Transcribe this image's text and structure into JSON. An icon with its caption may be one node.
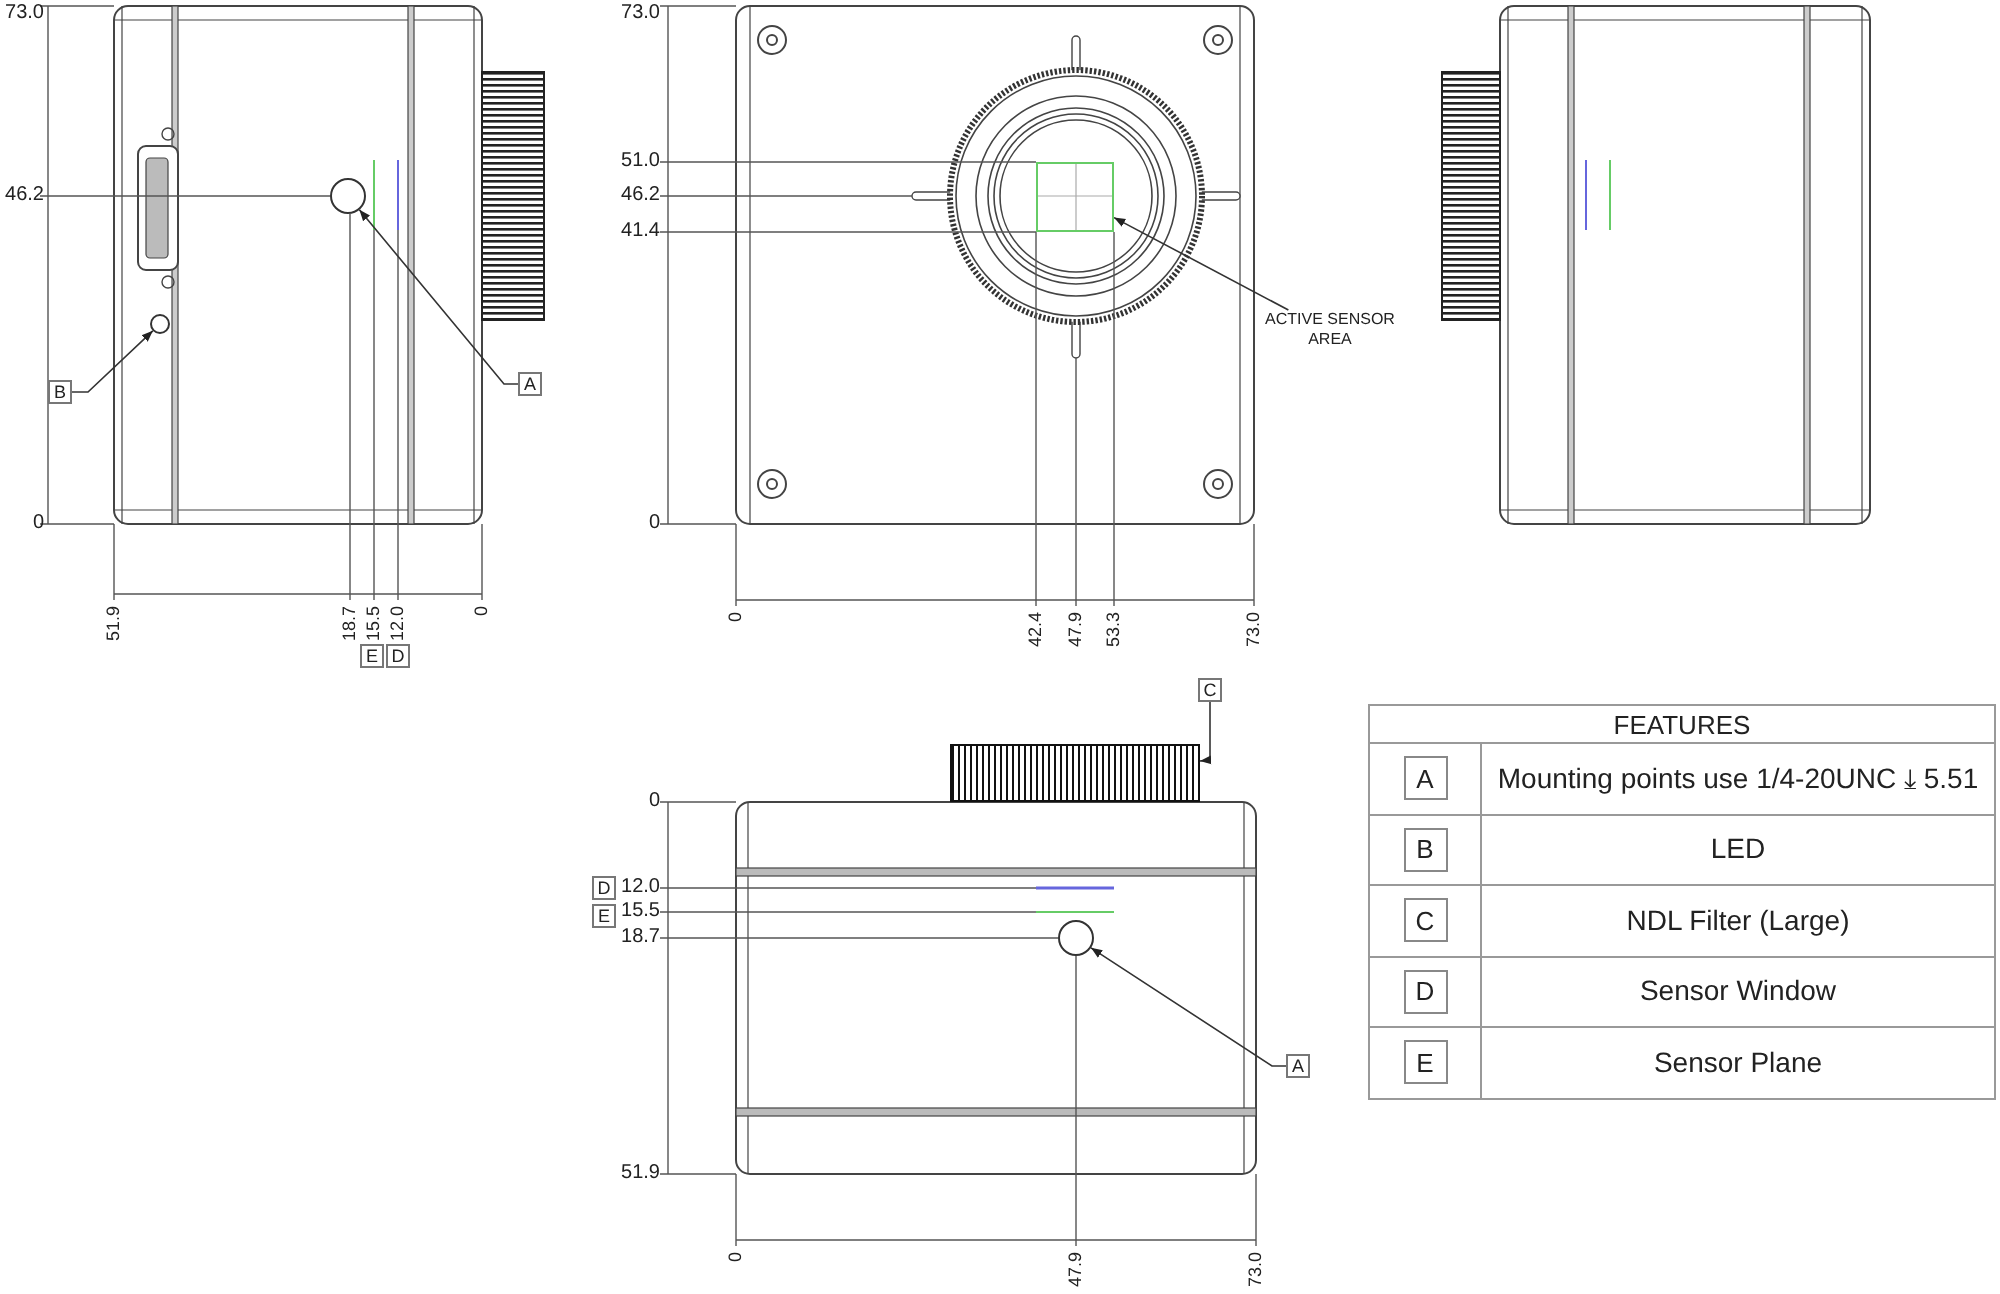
{
  "diagram": {
    "nodes": [
      {
        "text": [],
        "shape": "circle"
      },
      {
        "text": [
          "A"
        ]
      },
      {
        "text": [],
        "shape": "circle"
      },
      {
        "text": [
          "B"
        ]
      },
      {
        "text": [],
        "shape": "box"
      },
      {
        "text": [
          "ACTIVE SENSOR AREA"
        ]
      },
      {
        "text": [
          "C"
        ]
      },
      {
        "text": [],
        "shape": "cylinder"
      },
      {
        "text": [],
        "shape": "circle"
      },
      {
        "text": [
          "A"
        ]
      },
      {
        "text": [
          "E"
        ]
      },
      {
        "text": [
          "D"
        ]
      },
      {
        "text": [
          "D"
        ]
      },
      {
        "text": [
          "E"
        ]
      }
    ],
    "edges": [
      {
        "from": 1,
        "to": 0,
        "arrow": "to"
      },
      {
        "from": 3,
        "to": 2,
        "arrow": "to"
      },
      {
        "from": 5,
        "to": 4,
        "arrow": "to"
      },
      {
        "from": 6,
        "to": 7,
        "arrow": "to"
      },
      {
        "from": 9,
        "to": 8,
        "arrow": "to"
      }
    ],
    "labels": [
      "73.0",
      "46.2",
      "0",
      "51.9",
      "18.7",
      "15.5",
      "12.0",
      "0",
      "73.0",
      "51.0",
      "46.2",
      "41.4",
      "0",
      "0",
      "42.4",
      "47.9",
      "53.3",
      "73.0",
      "0",
      "12.0",
      "15.5",
      "18.7",
      "51.9",
      "0",
      "47.9",
      "73.0",
      "FEATURES",
      "A",
      "Mounting points use 1/4-20UNC ⤓ 5.51",
      "B",
      "LED",
      "C",
      "NDL Filter (Large)",
      "D",
      "Sensor Window",
      "E",
      "Sensor Plane"
    ]
  }
}
